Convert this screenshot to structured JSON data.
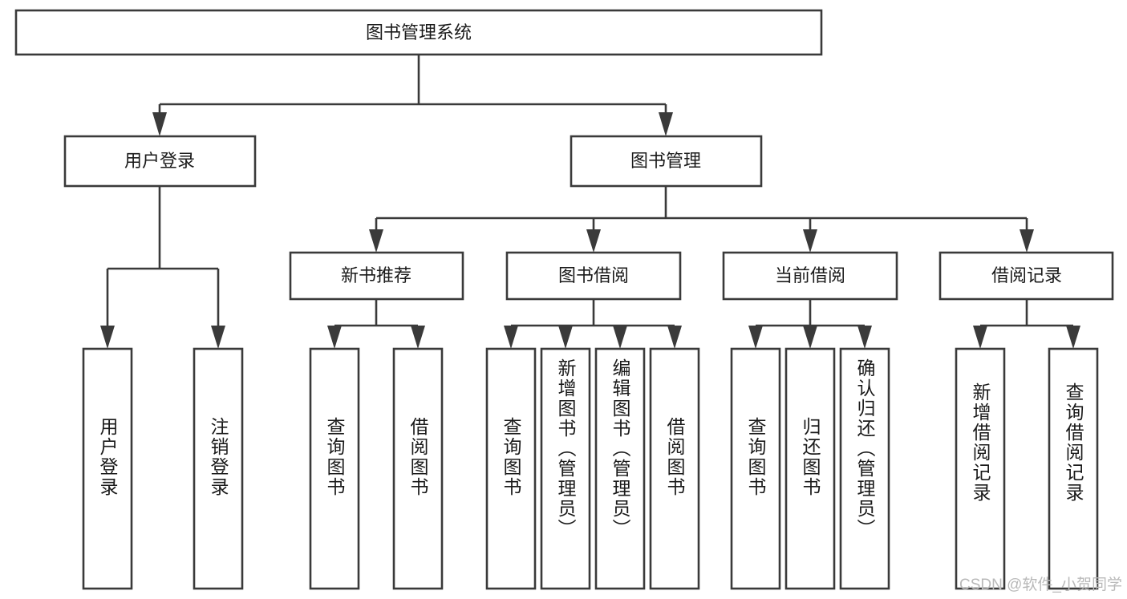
{
  "diagram": {
    "title_node": {
      "label": "图书管理系统"
    },
    "level2": [
      {
        "id": "user-login",
        "label": "用户登录"
      },
      {
        "id": "book-manage",
        "label": "图书管理"
      }
    ],
    "level3": [
      {
        "id": "new-book-recommend",
        "label": "新书推荐",
        "parent": "book-manage"
      },
      {
        "id": "book-borrow",
        "label": "图书借阅",
        "parent": "book-manage"
      },
      {
        "id": "current-borrow",
        "label": "当前借阅",
        "parent": "book-manage"
      },
      {
        "id": "borrow-record",
        "label": "借阅记录",
        "parent": "book-manage"
      }
    ],
    "leaves": [
      {
        "id": "leaf-user-login",
        "label": "用户登录",
        "parent": "user-login"
      },
      {
        "id": "leaf-logout-login",
        "label": "注销登录",
        "parent": "user-login"
      },
      {
        "id": "leaf-query-book-1",
        "label": "查询图书",
        "parent": "new-book-recommend"
      },
      {
        "id": "leaf-borrow-book-1",
        "label": "借阅图书",
        "parent": "new-book-recommend"
      },
      {
        "id": "leaf-query-book-2",
        "label": "查询图书",
        "parent": "book-borrow"
      },
      {
        "id": "leaf-add-book",
        "label": "新增图书（管理员）",
        "parent": "book-borrow"
      },
      {
        "id": "leaf-edit-book",
        "label": "编辑图书（管理员）",
        "parent": "book-borrow"
      },
      {
        "id": "leaf-borrow-book-2",
        "label": "借阅图书",
        "parent": "book-borrow"
      },
      {
        "id": "leaf-query-book-3",
        "label": "查询图书",
        "parent": "current-borrow"
      },
      {
        "id": "leaf-return-book",
        "label": "归还图书",
        "parent": "current-borrow"
      },
      {
        "id": "leaf-confirm-return",
        "label": "确认归还（管理员）",
        "parent": "current-borrow"
      },
      {
        "id": "leaf-add-record",
        "label": "新增借阅记录",
        "parent": "borrow-record"
      },
      {
        "id": "leaf-query-record",
        "label": "查询借阅记录",
        "parent": "borrow-record"
      }
    ],
    "colors": {
      "line": "#3a3a3a",
      "box_fill": "#ffffff",
      "text": "#1a1a1a",
      "watermark": "#b9b9b9"
    }
  },
  "watermark": {
    "text": "CSDN @软件_小贺同学"
  }
}
